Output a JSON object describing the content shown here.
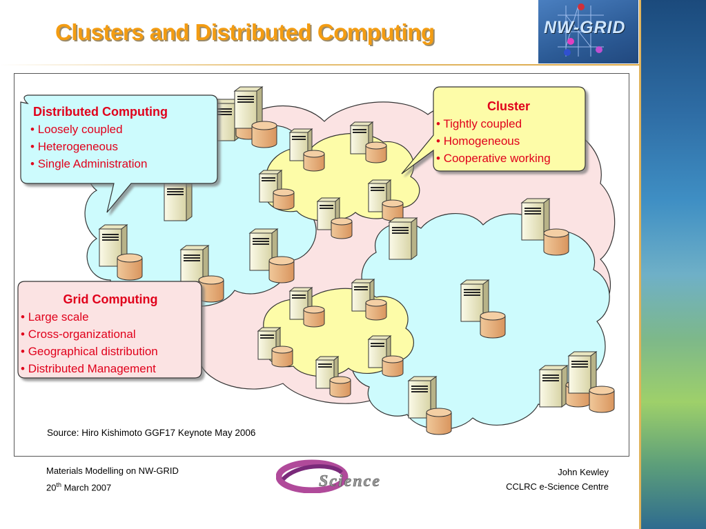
{
  "title": "Clusters and Distributed Computing",
  "logo": {
    "text": "NW-GRID",
    "icon": "grid-network-icon"
  },
  "callouts": {
    "distributed": {
      "heading": "Distributed Computing",
      "items": [
        "Loosely coupled",
        "Heterogeneous",
        "Single Administration"
      ]
    },
    "cluster": {
      "heading": "Cluster",
      "items": [
        "Tightly coupled",
        "Homogeneous",
        "Cooperative working"
      ]
    },
    "grid": {
      "heading": "Grid Computing",
      "items": [
        "Large scale",
        "Cross-organizational",
        "Geographical distribution",
        "Distributed Management"
      ]
    }
  },
  "source": "Source: Hiro Kishimoto GGF17 Keynote May 2006",
  "footer": {
    "left_line1": "Materials Modelling on NW-GRID",
    "left_date_day": "20",
    "left_date_suffix": "th",
    "left_date_rest": " March 2007",
    "right_line1": "John Kewley",
    "right_line2": "CCLRC e-Science Centre",
    "center_logo_text": "Science"
  },
  "colors": {
    "title": "#f39c12",
    "callout_text": "#e0001b",
    "cloud_pink": "#fbe3e3",
    "cloud_cyan": "#cdfbfd",
    "cluster_yellow": "#fdfca8",
    "server": "#f3f1d6",
    "disk": "#e9b27e"
  }
}
